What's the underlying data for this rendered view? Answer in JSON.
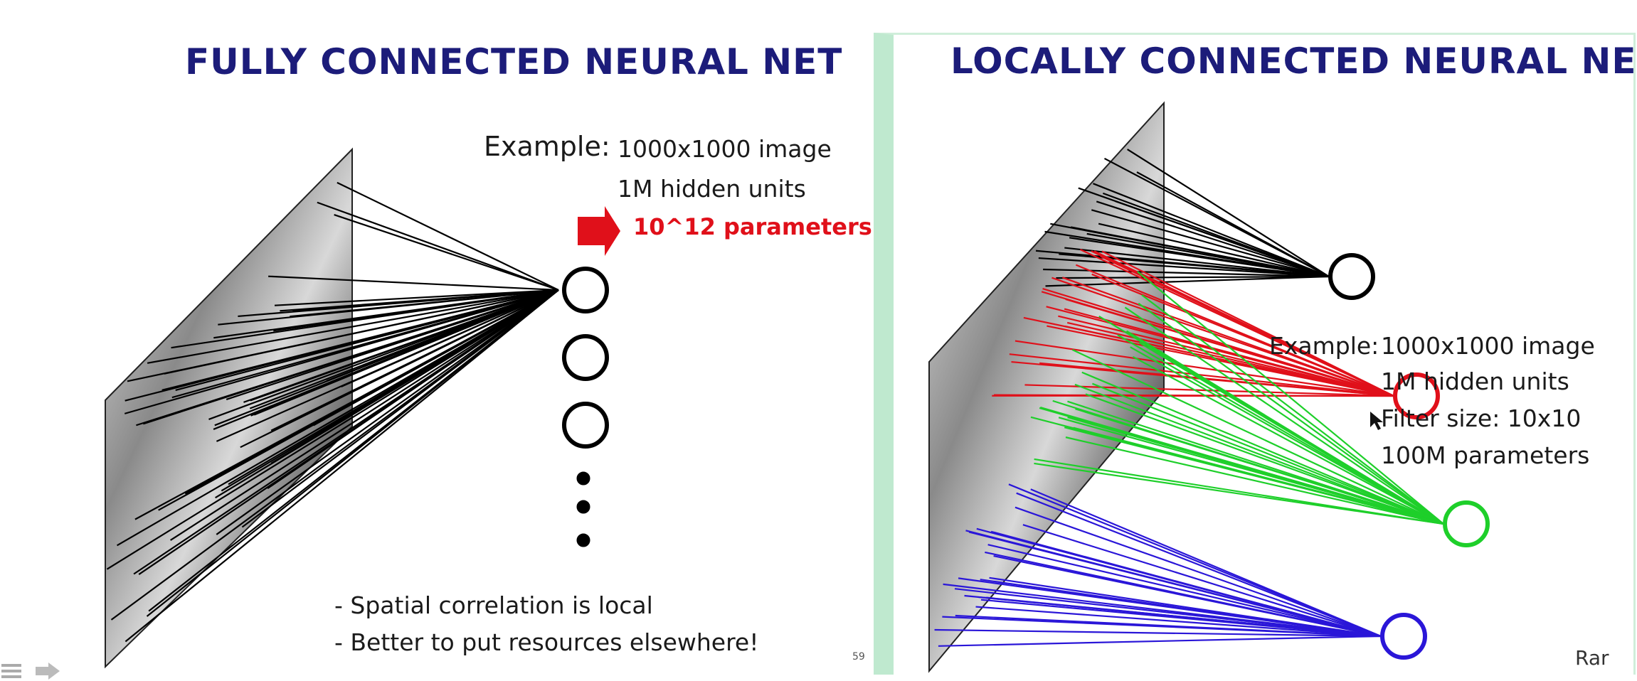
{
  "left_slide": {
    "title": "FULLY CONNECTED NEURAL NET",
    "example_label": "Example:",
    "example_lines": [
      "1000x1000 image",
      "1M hidden units"
    ],
    "highlight": "10^12 parameters!!!",
    "bullets": [
      "- Spatial correlation is local",
      "- Better to put resources elsewhere!"
    ],
    "slide_number": "59"
  },
  "right_slide": {
    "title": "LOCALLY CONNECTED NEURAL NET",
    "example_label": "Example:",
    "example_lines": [
      "1000x1000 image",
      "1M hidden units",
      "Filter size: 10x10",
      "100M parameters"
    ],
    "footer": "Rar"
  },
  "colors": {
    "title": "#1c1c7a",
    "highlight": "#e0101a",
    "line_black": "#000000",
    "line_red": "#e0101a",
    "line_green": "#1ecf2a",
    "line_blue": "#2a16d8",
    "frame_green": "#bfe9cf"
  }
}
